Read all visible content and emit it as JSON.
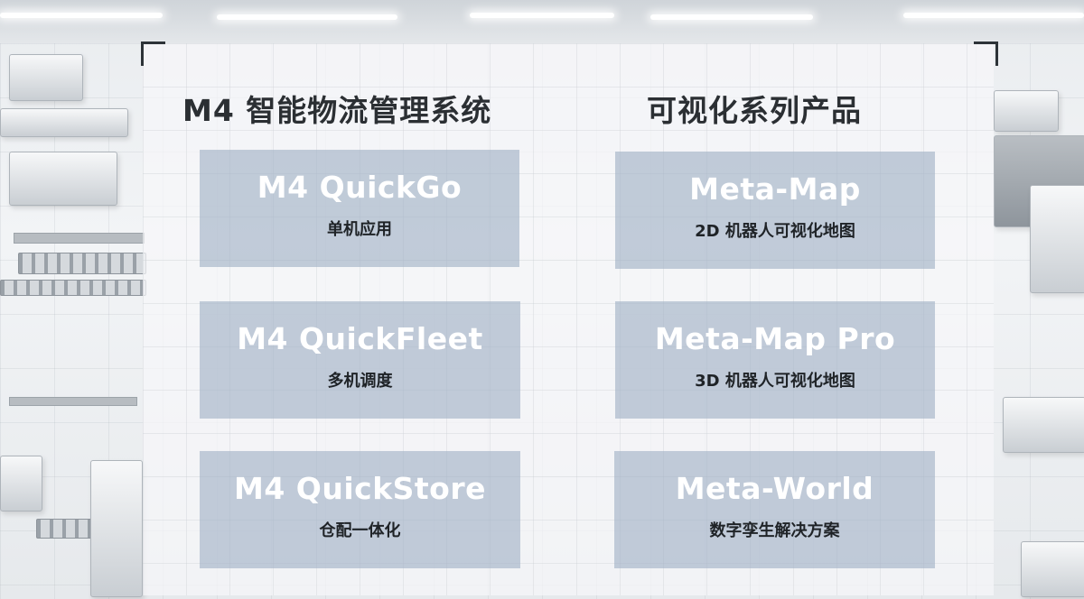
{
  "columns": [
    {
      "title": "M4 智能物流管理系统",
      "cards": [
        {
          "name": "M4 QuickGo",
          "desc": "单机应用"
        },
        {
          "name": "M4 QuickFleet",
          "desc": "多机调度"
        },
        {
          "name": "M4 QuickStore",
          "desc": "仓配一体化"
        }
      ]
    },
    {
      "title": "可视化系列产品",
      "cards": [
        {
          "name": "Meta-Map",
          "desc": "2D 机器人可视化地图"
        },
        {
          "name": "Meta-Map Pro",
          "desc": "3D 机器人可视化地图"
        },
        {
          "name": "Meta-World",
          "desc": "数字孪生解决方案"
        }
      ]
    }
  ],
  "colors": {
    "card_fill": "#a0b0c5",
    "title_text": "#2b2f33",
    "card_name_text": "#ffffff",
    "card_desc_text": "#1f2327",
    "panel_corner": "#2d3338"
  }
}
